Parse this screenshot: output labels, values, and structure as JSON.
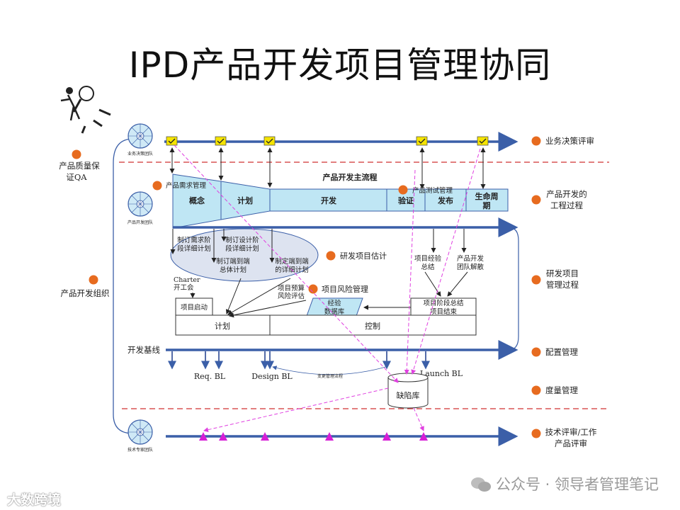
{
  "title": "IPD产品开发项目管理协同",
  "side_left": {
    "qa_line1": "产品质量保",
    "qa_line2": "证QA",
    "dev_org": "产品开发组织"
  },
  "teams": {
    "decision": "业务决策团队",
    "dev": "产品开发团队",
    "expert": "技术专家团队"
  },
  "side_right": {
    "business_review": "业务决策评审",
    "eng_process_1": "产品开发的",
    "eng_process_2": "工程过程",
    "pm_process_1": "研发项目",
    "pm_process_2": "管理过程",
    "config_mgmt": "配置管理",
    "metric_mgmt": "度量管理",
    "tech_review_1": "技术评审/工作",
    "tech_review_2": "产品评审"
  },
  "main_flow": {
    "title": "产品开发主流程",
    "req_mgmt": "产品需求管理",
    "test_mgmt": "产品测试管理",
    "stages": [
      "概念",
      "计划",
      "开发",
      "验证",
      "发布",
      "生命周",
      "期"
    ]
  },
  "planning": {
    "p1a": "制订需求阶",
    "p1b": "段详细计划",
    "p2a": "制订设计阶",
    "p2b": "段详细计划",
    "p3a": "制订端到端",
    "p3b": "总体计划",
    "p4a": "制定端到端",
    "p4b": "的详细计划",
    "estimate": "研发项目估计",
    "charter_1": "Charter",
    "charter_2": "开工会",
    "budget_1": "项目预算",
    "budget_2": "风险评估",
    "risk_mgmt": "项目风险管理",
    "exp_a": "项目经验",
    "exp_b": "总结",
    "disband_a": "产品开发",
    "disband_b": "团队解散",
    "kickoff": "项目启动",
    "exp_db_1": "经验",
    "exp_db_2": "数据库",
    "close_1": "项目阶段总结",
    "close_2": "项目结束",
    "plan": "计划",
    "control": "控制"
  },
  "baseline": {
    "label": "开发基线",
    "req_bl": "Req. BL",
    "design_bl": "Design BL",
    "launch_bl": "Launch BL",
    "change_flow": "变更管理流程",
    "defect_db": "缺陷库"
  },
  "watermark": {
    "right": "公众号 · 领导者管理笔记",
    "left": "大数跨境"
  },
  "colors": {
    "blue_line": "#3b5fa8",
    "stage_fill": "#bfe6f4",
    "review_square": "#f5e400",
    "orange_dot": "#e76b1f",
    "magenta_arrow": "#e040e0",
    "dashed_red": "#d03030",
    "triangle": "#d61fd6"
  },
  "icons": [
    "magnifier-person-icon",
    "team-wheel-icon",
    "check-icon",
    "triangle-marker-icon",
    "database-icon",
    "wechat-icon"
  ]
}
